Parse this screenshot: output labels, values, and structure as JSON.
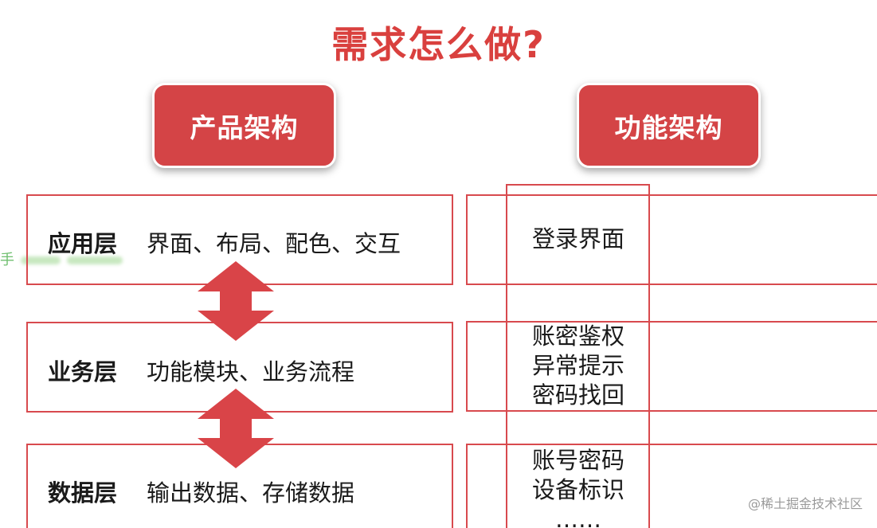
{
  "title": "需求怎么做?",
  "headers": {
    "left": "产品架构",
    "right": "功能架构"
  },
  "layers": [
    {
      "name": "应用层",
      "desc": "界面、布局、配色、交互"
    },
    {
      "name": "业务层",
      "desc": "功能模块、业务流程"
    },
    {
      "name": "数据层",
      "desc": "输出数据、存储数据"
    }
  ],
  "functions": [
    {
      "lines": [
        "登录界面"
      ]
    },
    {
      "lines": [
        "账密鉴权",
        "异常提示",
        "密码找回"
      ]
    },
    {
      "lines": [
        "账号密码",
        "设备标识",
        "……"
      ]
    }
  ],
  "watermark": "@稀土掘金技术社区",
  "colors": {
    "accent": "#d9403e",
    "pill": "#d44446",
    "border": "#d84a4e",
    "arrow": "#d94448"
  }
}
